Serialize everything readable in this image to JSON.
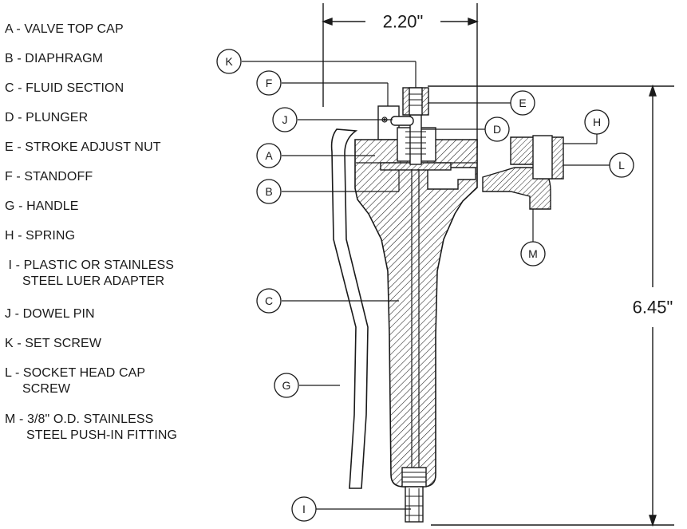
{
  "legend": [
    {
      "key": "A",
      "lines": [
        "A - VALVE TOP CAP"
      ]
    },
    {
      "key": "B",
      "lines": [
        "B - DIAPHRAGM"
      ]
    },
    {
      "key": "C",
      "lines": [
        "C - FLUID SECTION"
      ]
    },
    {
      "key": "D",
      "lines": [
        "D - PLUNGER"
      ]
    },
    {
      "key": "E",
      "lines": [
        "E - STROKE ADJUST NUT"
      ]
    },
    {
      "key": "F",
      "lines": [
        "F - STANDOFF"
      ]
    },
    {
      "key": "G",
      "lines": [
        "G - HANDLE"
      ]
    },
    {
      "key": "H",
      "lines": [
        "H - SPRING"
      ]
    },
    {
      "key": "I",
      "lines": [
        " I - PLASTIC OR STAINLESS",
        "STEEL LUER ADAPTER"
      ]
    },
    {
      "key": "J",
      "lines": [
        "J - DOWEL PIN"
      ]
    },
    {
      "key": "K",
      "lines": [
        "K - SET SCREW"
      ]
    },
    {
      "key": "L",
      "lines": [
        "L - SOCKET HEAD CAP",
        "SCREW"
      ]
    },
    {
      "key": "M",
      "lines": [
        "M - 3/8\" O.D. STAINLESS",
        "STEEL PUSH-IN FITTING"
      ]
    }
  ],
  "dimensions": {
    "width": "2.20\"",
    "height": "6.45\""
  },
  "callouts": [
    "A",
    "B",
    "C",
    "D",
    "E",
    "F",
    "G",
    "H",
    "I",
    "J",
    "K",
    "L",
    "M"
  ],
  "colors": {
    "line": "#1a1a1a",
    "background": "#ffffff"
  }
}
